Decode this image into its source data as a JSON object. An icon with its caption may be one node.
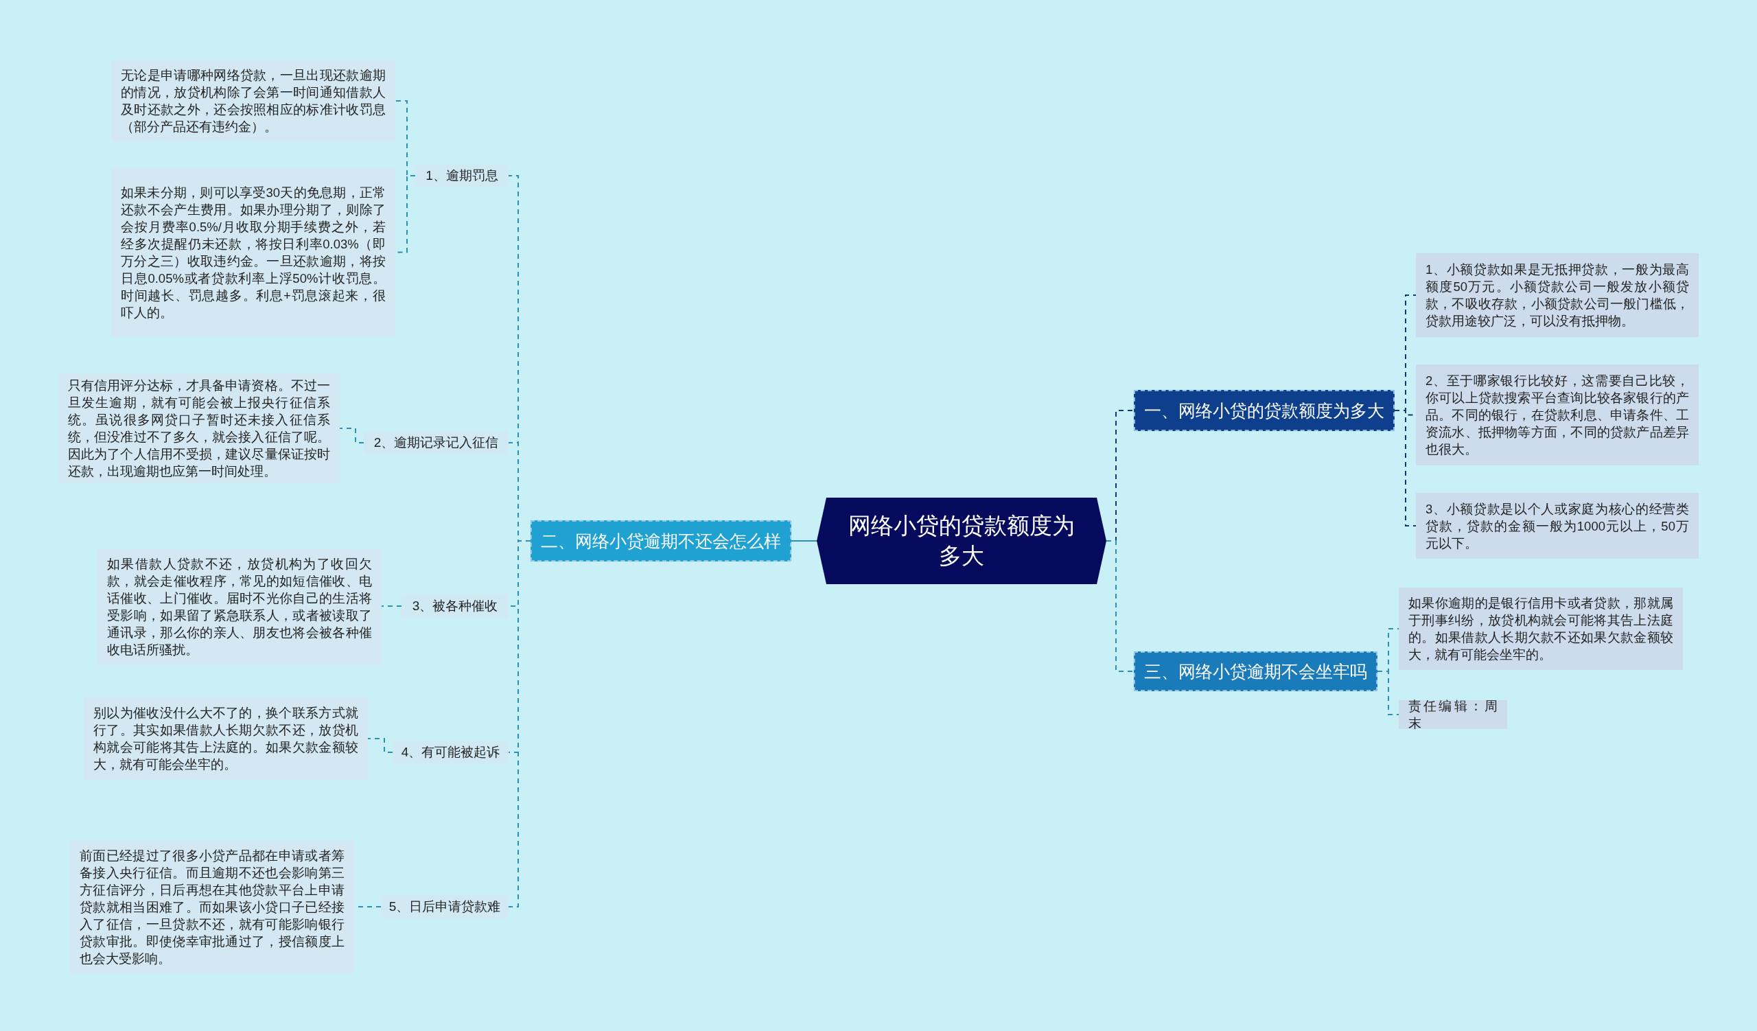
{
  "diagram": {
    "nodes": [
      {
        "text": [
          "网络小贷的贷款额度为多大"
        ]
      },
      {
        "text": [
          "一、网络小贷的贷款额度为多大"
        ]
      },
      {
        "text": [
          "1、小额贷款如果是无抵押贷款，一般为最高额度50万元。小额贷款公司一般发放小额贷款，不吸收存款，小额贷款公司一般门槛低，贷款用途较广泛，可以没有抵押物。"
        ]
      },
      {
        "text": [
          "2、至于哪家银行比较好，这需要自己比较，你可以上贷款搜索平台查询比较各家银行的产品。不同的银行，在贷款利息、申请条件、工资流水、抵押物等方面，不同的贷款产品差异也很大。"
        ]
      },
      {
        "text": [
          "3、小额贷款是以个人或家庭为核心的经营类贷款，贷款的金额一般为1000元以上，50万元以下。"
        ]
      },
      {
        "text": [
          "二、网络小贷逾期不还会怎么样"
        ]
      },
      {
        "text": [
          "1、逾期罚息"
        ]
      },
      {
        "text": [
          "无论是申请哪种网络贷款，一旦出现还款逾期的情况，放贷机构除了会第一时间通知借款人及时还款之外，还会按照相应的标准计收罚息（部分产品还有违约金）。"
        ]
      },
      {
        "text": [
          "如果未分期，则可以享受30天的免息期，正常还款不会产生费用。如果办理分期了，则除了会按月费率0.5%/月收取分期手续费之外，若经多次提醒仍未还款，将按日利率0.03%（即万分之三）收取违约金。一旦还款逾期，将按日息0.05%或者贷款利率上浮50%计收罚息。时间越长、罚息越多。利息+罚息滚起来，很吓人的。"
        ]
      },
      {
        "text": [
          "2、逾期记录记入征信"
        ]
      },
      {
        "text": [
          "只有信用评分达标，才具备申请资格。不过一旦发生逾期，就有可能会被上报央行征信系统。虽说很多网贷口子暂时还未接入征信系统，但没准过不了多久，就会接入征信了呢。因此为了个人信用不受损，建议尽量保证按时还款，出现逾期也应第一时间处理。"
        ]
      },
      {
        "text": [
          "3、被各种催收"
        ]
      },
      {
        "text": [
          "如果借款人贷款不还，放贷机构为了收回欠款，就会走催收程序，常见的如短信催收、电话催收、上门催收。届时不光你自己的生活将受影响，如果留了紧急联系人，或者被读取了通讯录，那么你的亲人、朋友也将会被各种催收电话所骚扰。"
        ]
      },
      {
        "text": [
          "4、有可能被起诉"
        ]
      },
      {
        "text": [
          "别以为催收没什么大不了的，换个联系方式就行了。其实如果借款人长期欠款不还，放贷机构就会可能将其告上法庭的。如果欠款金额较大，就有可能会坐牢的。"
        ]
      },
      {
        "text": [
          "5、日后申请贷款难"
        ]
      },
      {
        "text": [
          "前面已经提过了很多小贷产品都在申请或者筹备接入央行征信。而且逾期不还也会影响第三方征信评分，日后再想在其他贷款平台上申请贷款就相当困难了。而如果该小贷口子已经接入了征信，一旦贷款不还，就有可能影响银行贷款审批。即使侥幸审批通过了，授信额度上也会大受影响。"
        ]
      },
      {
        "text": [
          "三、网络小贷逾期不会坐牢吗"
        ]
      },
      {
        "text": [
          "如果你逾期的是银行信用卡或者贷款，那就属于刑事纠纷，放贷机构就会可能将其告上法庭的。如果借款人长期欠款不还如果欠款金额较大，就有可能会坐牢的。"
        ]
      },
      {
        "text": [
          "责任编辑：周末"
        ]
      }
    ],
    "edges": [
      {
        "from": 0,
        "to": 1,
        "arrow": "none",
        "style": "dashed",
        "color": "#0d3b7a"
      },
      {
        "from": 1,
        "to": 2,
        "arrow": "none",
        "style": "dashed",
        "color": "#0d3b7a"
      },
      {
        "from": 1,
        "to": 3,
        "arrow": "none",
        "style": "dashed",
        "color": "#0d3b7a"
      },
      {
        "from": 1,
        "to": 4,
        "arrow": "none",
        "style": "dashed",
        "color": "#0d3b7a"
      },
      {
        "from": 0,
        "to": 5,
        "arrow": "none"
      },
      {
        "from": 5,
        "to": 6,
        "arrow": "none",
        "style": "dashed"
      },
      {
        "from": 6,
        "to": 7,
        "arrow": "none",
        "style": "dashed"
      },
      {
        "from": 6,
        "to": 8,
        "arrow": "none",
        "style": "dashed"
      },
      {
        "from": 5,
        "to": 9,
        "arrow": "none",
        "style": "dashed"
      },
      {
        "from": 9,
        "to": 10,
        "arrow": "none",
        "style": "dashed"
      },
      {
        "from": 5,
        "to": 11,
        "arrow": "none",
        "style": "dashed"
      },
      {
        "from": 11,
        "to": 12,
        "arrow": "none",
        "style": "dashed"
      },
      {
        "from": 5,
        "to": 13,
        "arrow": "none",
        "style": "dashed"
      },
      {
        "from": 13,
        "to": 14,
        "arrow": "none",
        "style": "dashed"
      },
      {
        "from": 5,
        "to": 15,
        "arrow": "none",
        "style": "dashed"
      },
      {
        "from": 15,
        "to": 16,
        "arrow": "none",
        "style": "dashed"
      },
      {
        "from": 0,
        "to": 17,
        "arrow": "none",
        "style": "dashed"
      },
      {
        "from": 17,
        "to": 18,
        "arrow": "none",
        "style": "dashed"
      },
      {
        "from": 17,
        "to": 19,
        "arrow": "none",
        "style": "dashed"
      }
    ]
  }
}
